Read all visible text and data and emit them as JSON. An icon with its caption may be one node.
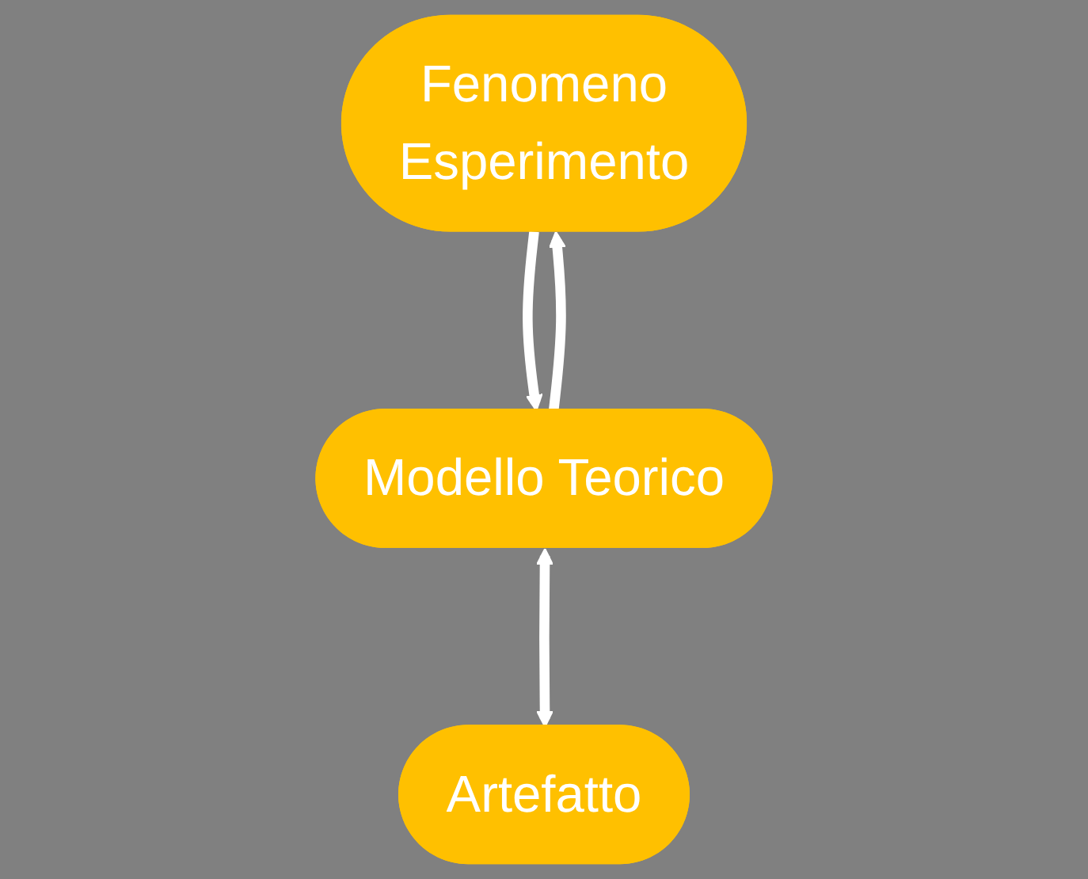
{
  "diagram": {
    "nodes": [
      {
        "text": [
          "Fenomeno",
          "Esperimento"
        ]
      },
      {
        "text": [
          "Modello Teorico"
        ]
      },
      {
        "text": [
          "Artefatto"
        ]
      }
    ],
    "edges": [
      {
        "from": 0,
        "to": 1,
        "arrow": "to"
      },
      {
        "from": 1,
        "to": 0,
        "arrow": "to"
      },
      {
        "from": 1,
        "to": 2,
        "arrow": "both"
      }
    ]
  }
}
